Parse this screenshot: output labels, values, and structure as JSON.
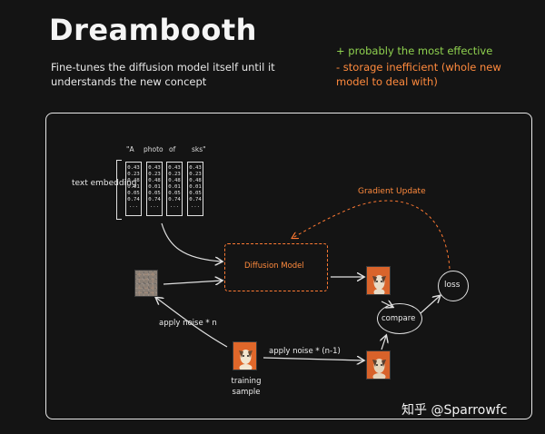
{
  "title": "Dreambooth",
  "subtitle": "Fine-tunes the diffusion model itself until it understands the new concept",
  "pros": "+ probably the most effective",
  "cons": "- storage inefficient (whole new model to deal with)",
  "diagram": {
    "sentence_tokens": [
      "\"A",
      "photo",
      "of",
      "sks\""
    ],
    "text_embedding_label": "text embedding",
    "embedding_values": [
      "0.43",
      "0.23",
      "0.48",
      "0.01",
      "0.05",
      "0.74",
      "..."
    ],
    "diffusion_model_label": "Diffusion Model",
    "gradient_update_label": "Gradient Update",
    "compare_label": "compare",
    "loss_label": "loss",
    "apply_noise_n": "apply noise * n",
    "apply_noise_n_minus_1": "apply noise * (n-1)",
    "training_sample_label": "training sample"
  },
  "watermark": "知乎 @Sparrowfc",
  "colors": {
    "background": "#141414",
    "accent_orange": "#ff8a3d",
    "accent_green": "#8fd14f",
    "stroke": "#e0e0e0"
  }
}
